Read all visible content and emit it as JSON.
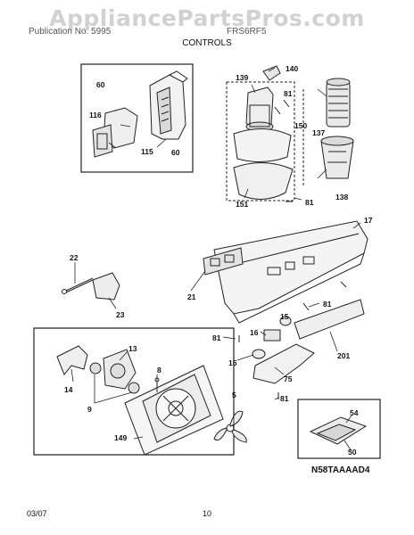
{
  "watermark": "AppliancePartsPros.com",
  "header": {
    "publication": "Publication No. 5995",
    "model": "FRS6RF5",
    "section": "CONTROLS"
  },
  "footer": {
    "date": "03/07",
    "page": "10"
  },
  "diagram_code": "N58TAAAAD4",
  "callouts": {
    "p60a": "60",
    "p116": "116",
    "p115": "115",
    "p60b": "60",
    "p139": "139",
    "p140": "140",
    "p81a": "81",
    "p150": "150",
    "p137": "137",
    "p151": "151",
    "p81b": "81",
    "p138": "138",
    "p17": "17",
    "p22": "22",
    "p21": "21",
    "p23": "23",
    "p81c": "81",
    "p15a": "15",
    "p81d": "81",
    "p16": "16",
    "p201": "201",
    "p15b": "15",
    "p13": "13",
    "p14": "14",
    "p8": "8",
    "p9": "9",
    "p75": "75",
    "p81e": "81",
    "p5": "5",
    "p149": "149",
    "p54": "54",
    "p50": "50"
  }
}
